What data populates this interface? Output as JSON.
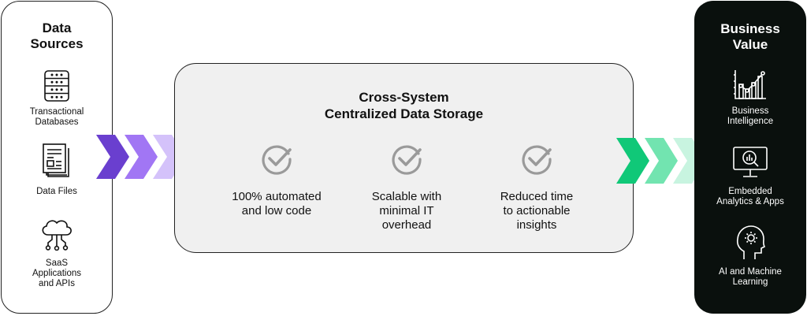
{
  "data_sources": {
    "title": "Data\nSources",
    "items": [
      {
        "label": "Transactional\nDatabases",
        "icon": "database-icon"
      },
      {
        "label": "Data Files",
        "icon": "document-files-icon"
      },
      {
        "label": "SaaS\nApplications\nand APIs",
        "icon": "cloud-network-icon"
      }
    ]
  },
  "storage": {
    "title": "Cross-System\nCentralized Data Storage",
    "features": [
      {
        "label": "100% automated\nand low code",
        "icon": "check-circle-icon"
      },
      {
        "label": "Scalable with\nminimal IT\noverhead",
        "icon": "check-circle-icon"
      },
      {
        "label": "Reduced time\nto actionable\ninsights",
        "icon": "check-circle-icon"
      }
    ]
  },
  "business_value": {
    "title": "Business\nValue",
    "items": [
      {
        "label": "Business\nIntelligence",
        "icon": "bar-line-chart-icon"
      },
      {
        "label": "Embedded\nAnalytics & Apps",
        "icon": "monitor-analytics-icon"
      },
      {
        "label": "AI and Machine\nLearning",
        "icon": "ai-head-icon"
      }
    ]
  },
  "colors": {
    "purple_arrows": [
      "#6a3fcf",
      "#a176f4",
      "#d4c2fa"
    ],
    "green_arrows": [
      "#10c878",
      "#72e4b0",
      "#c8f4e0"
    ],
    "dark_panel": "#0a100d",
    "center_panel": "#f0f0f0"
  }
}
